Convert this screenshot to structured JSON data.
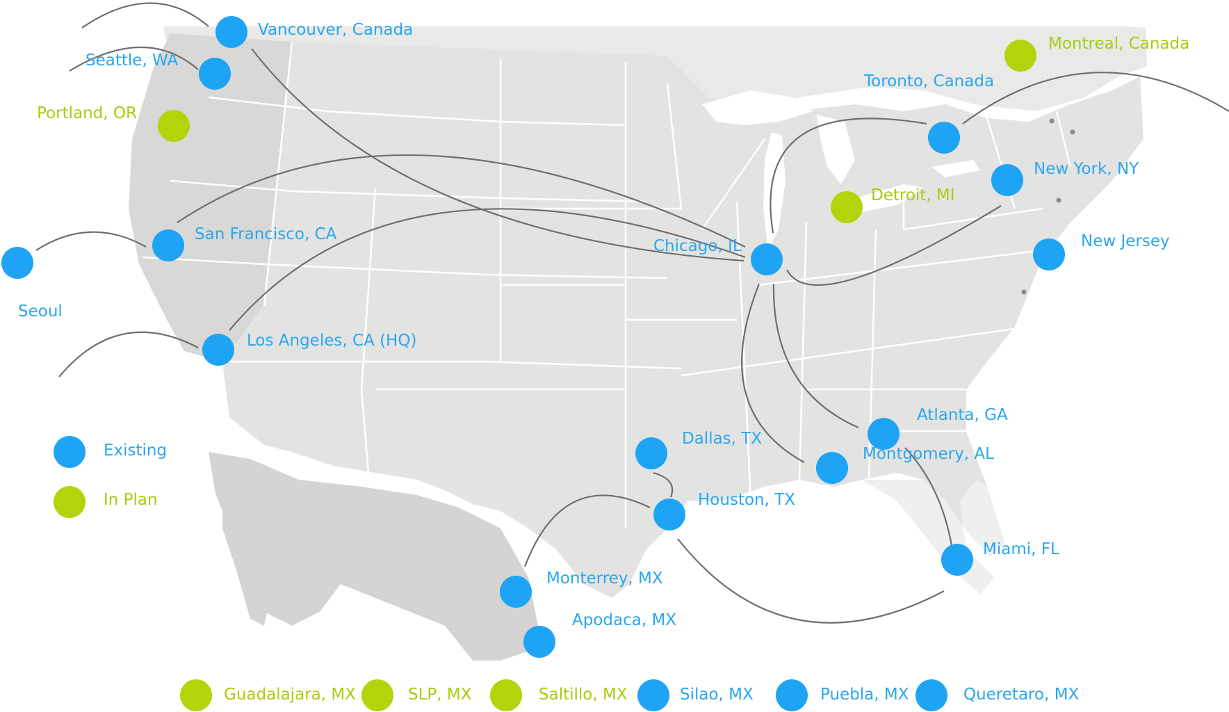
{
  "colors": {
    "existing": "#1fa3f5",
    "in_plan": "#b5d30b",
    "existing_text": "#2aa6ee",
    "in_plan_text": "#a6cc10",
    "route": "#6f6f6f",
    "land": "#e3e3e2",
    "land_dark": "#d4d4d3",
    "border": "#ffffff"
  },
  "legend": {
    "existing": "Existing",
    "in_plan": "In Plan"
  },
  "locations": [
    {
      "id": "vancouver",
      "label": "Vancouver, Canada",
      "status": "existing"
    },
    {
      "id": "seattle",
      "label": "Seattle, WA",
      "status": "existing"
    },
    {
      "id": "portland",
      "label": "Portland, OR",
      "status": "in_plan"
    },
    {
      "id": "san-francisco",
      "label": "San Francisco, CA",
      "status": "existing"
    },
    {
      "id": "seoul",
      "label": "Seoul",
      "status": "existing"
    },
    {
      "id": "los-angeles",
      "label": "Los Angeles, CA (HQ)",
      "status": "existing"
    },
    {
      "id": "montreal",
      "label": "Montreal, Canada",
      "status": "in_plan"
    },
    {
      "id": "toronto",
      "label": "Toronto, Canada",
      "status": "existing"
    },
    {
      "id": "new-york",
      "label": "New York, NY",
      "status": "existing"
    },
    {
      "id": "detroit",
      "label": "Detroit, MI",
      "status": "in_plan"
    },
    {
      "id": "new-jersey",
      "label": "New Jersey",
      "status": "existing"
    },
    {
      "id": "chicago",
      "label": "Chicago, IL",
      "status": "existing"
    },
    {
      "id": "atlanta",
      "label": "Atlanta, GA",
      "status": "existing"
    },
    {
      "id": "dallas",
      "label": "Dallas, TX",
      "status": "existing"
    },
    {
      "id": "montgomery",
      "label": "Montgomery, AL",
      "status": "existing"
    },
    {
      "id": "houston",
      "label": "Houston, TX",
      "status": "existing"
    },
    {
      "id": "miami",
      "label": "Miami, FL",
      "status": "existing"
    },
    {
      "id": "monterrey",
      "label": "Monterrey, MX",
      "status": "existing"
    },
    {
      "id": "apodaca",
      "label": "Apodaca, MX",
      "status": "existing"
    }
  ],
  "mexico_row": [
    {
      "id": "guadalajara",
      "label": "Guadalajara, MX",
      "status": "in_plan"
    },
    {
      "id": "slp",
      "label": "SLP, MX",
      "status": "in_plan"
    },
    {
      "id": "saltillo",
      "label": "Saltillo, MX",
      "status": "in_plan"
    },
    {
      "id": "silao",
      "label": "Silao, MX",
      "status": "existing"
    },
    {
      "id": "puebla",
      "label": "Puebla, MX",
      "status": "existing"
    },
    {
      "id": "queretaro",
      "label": "Queretaro, MX",
      "status": "existing"
    }
  ]
}
